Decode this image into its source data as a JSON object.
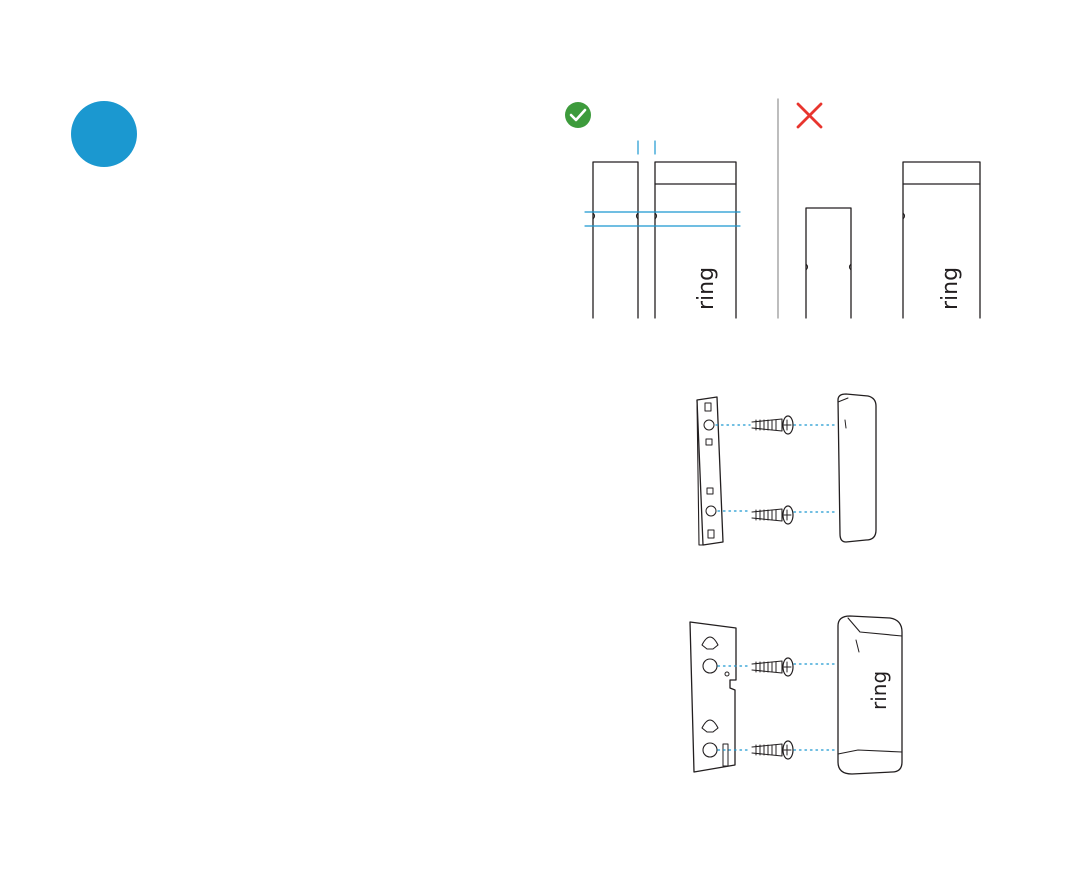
{
  "colors": {
    "step_circle": "#1b98d0",
    "ok_mark": "#3d9b3c",
    "bad_mark": "#e8352e",
    "guide_line": "#1b98d0",
    "line": "#231f20",
    "divider": "#9a9a9a",
    "dotted": "#1b98d0"
  },
  "icons": {
    "correct": "check-circle-icon",
    "incorrect": "x-mark-icon"
  },
  "brand": {
    "label_1": "ring",
    "label_2": "ring",
    "label_3": "ring"
  }
}
